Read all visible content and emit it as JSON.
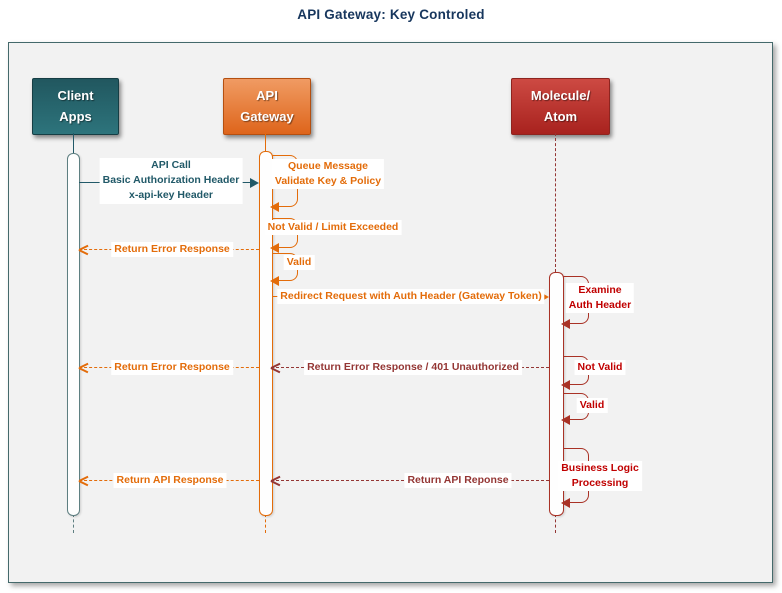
{
  "title": "API Gateway: Key Controled",
  "colors": {
    "teal": "#215968",
    "orange": "#E36C0A",
    "dark_red": "#943634",
    "bright_red": "#C00000",
    "frame_bg": "#F2F2F2",
    "client_fill": "#27646C",
    "gateway_fill": "#E8762B",
    "molecule_fill": "#BB332C"
  },
  "actors": {
    "client": {
      "label": "Client\nApps"
    },
    "gateway": {
      "label": "API\nGateway"
    },
    "molecule": {
      "label": "Molecule/\nAtom"
    }
  },
  "messages": {
    "api_call": "API Call\nBasic Authorization Header\nx-api-key Header",
    "queue_message": "Queue Message\nValidate Key & Policy",
    "not_valid_limit": "Not Valid / Limit Exceeded",
    "return_error_1": "Return Error Response",
    "valid_gateway": "Valid",
    "redirect_request": "Redirect Request with Auth Header (Gateway Token)",
    "examine_auth": "Examine\nAuth Header",
    "return_error_401": "Return Error Response / 401 Unauthorized",
    "return_error_2": "Return Error Response",
    "not_valid_molecule": "Not Valid",
    "valid_molecule": "Valid",
    "business_logic": "Business Logic\nProcessing",
    "return_api_red": "Return API Reponse",
    "return_api_orange": "Return API Response"
  }
}
